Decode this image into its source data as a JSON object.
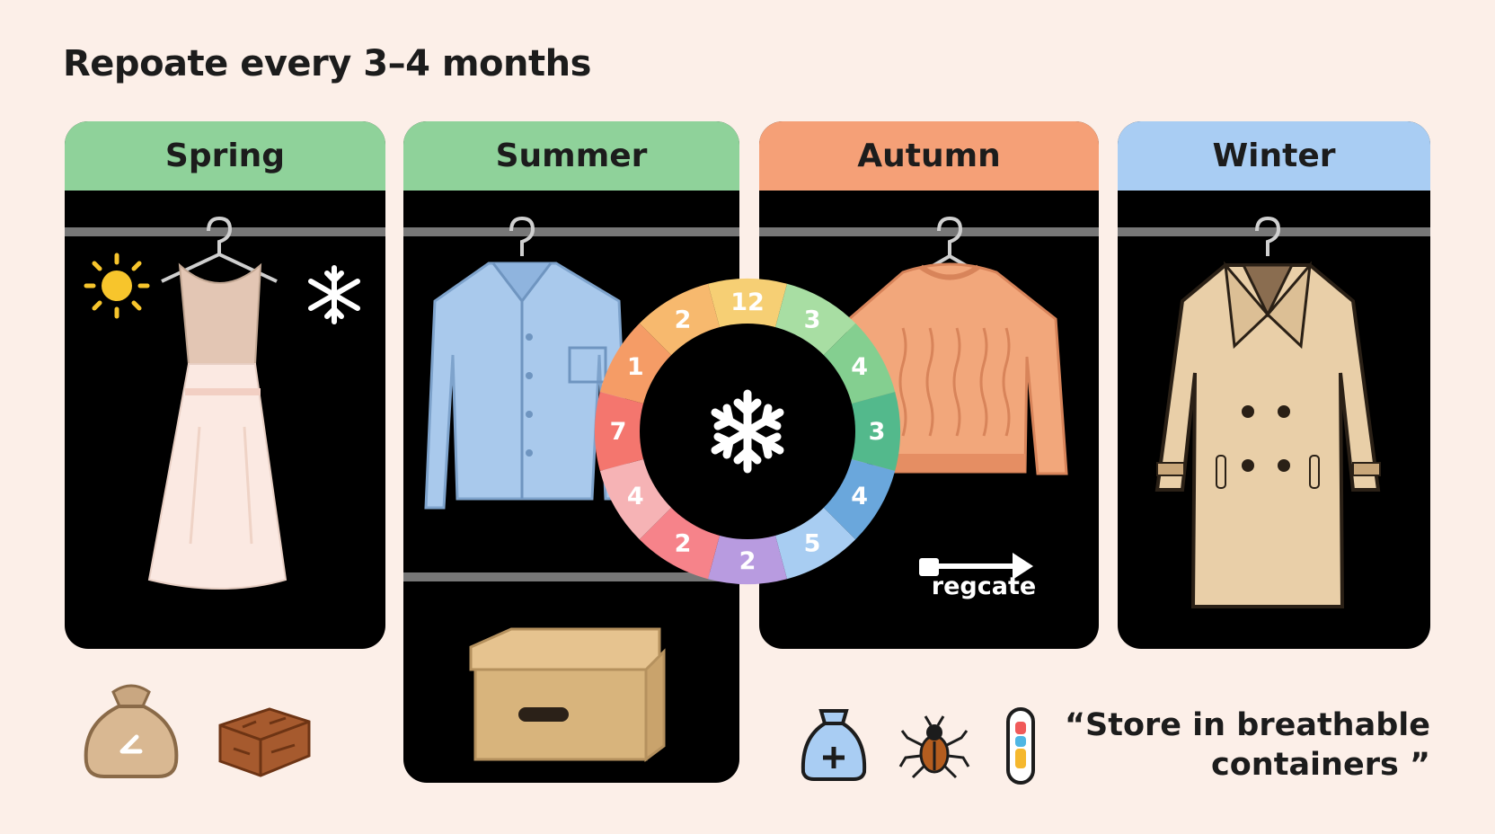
{
  "title": "Repoate every 3–4 months",
  "seasons": [
    {
      "name": "Spring",
      "color": "#8fd29a"
    },
    {
      "name": "Summer",
      "color": "#8fd29a"
    },
    {
      "name": "Autumn",
      "color": "#f5a077"
    },
    {
      "name": "Winter",
      "color": "#a9cdf3"
    }
  ],
  "wheel": {
    "labels": [
      "12",
      "3",
      "4",
      "3",
      "4",
      "5",
      "2",
      "2",
      "4",
      "7",
      "1",
      "2"
    ],
    "colors": [
      "#f6cf74",
      "#a8dea3",
      "#84cf90",
      "#53b98c",
      "#6aa7dc",
      "#a8cdf2",
      "#b89be0",
      "#f6838a",
      "#f6b3b5",
      "#f4766e",
      "#f59c66",
      "#f7b96e"
    ]
  },
  "arrow_label": "regcate",
  "quote": {
    "line1": "“Store in breathable",
    "line2": "containers ”"
  }
}
